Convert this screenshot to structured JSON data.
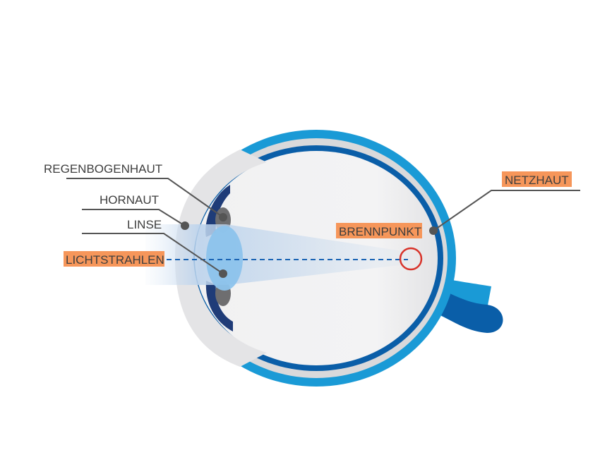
{
  "labels": {
    "regenbogenhaut": "REGENBOGENHAUT",
    "hornaut": "HORNAUT",
    "linse": "LINSE",
    "lichtstrahlen": "LICHTSTRAHLEN",
    "brennpunkt": "BRENNPUNKT",
    "netzhaut": "NETZHAUT"
  },
  "colors": {
    "sclera_outer": "#1a9ad6",
    "sclera_light": "#d9d9db",
    "retina": "#0a5ea8",
    "iris": "#1f3c78",
    "lens": "#8cc3ec",
    "highlight": "#f6965a",
    "focus_ring": "#d8332a",
    "leader": "#555555"
  }
}
